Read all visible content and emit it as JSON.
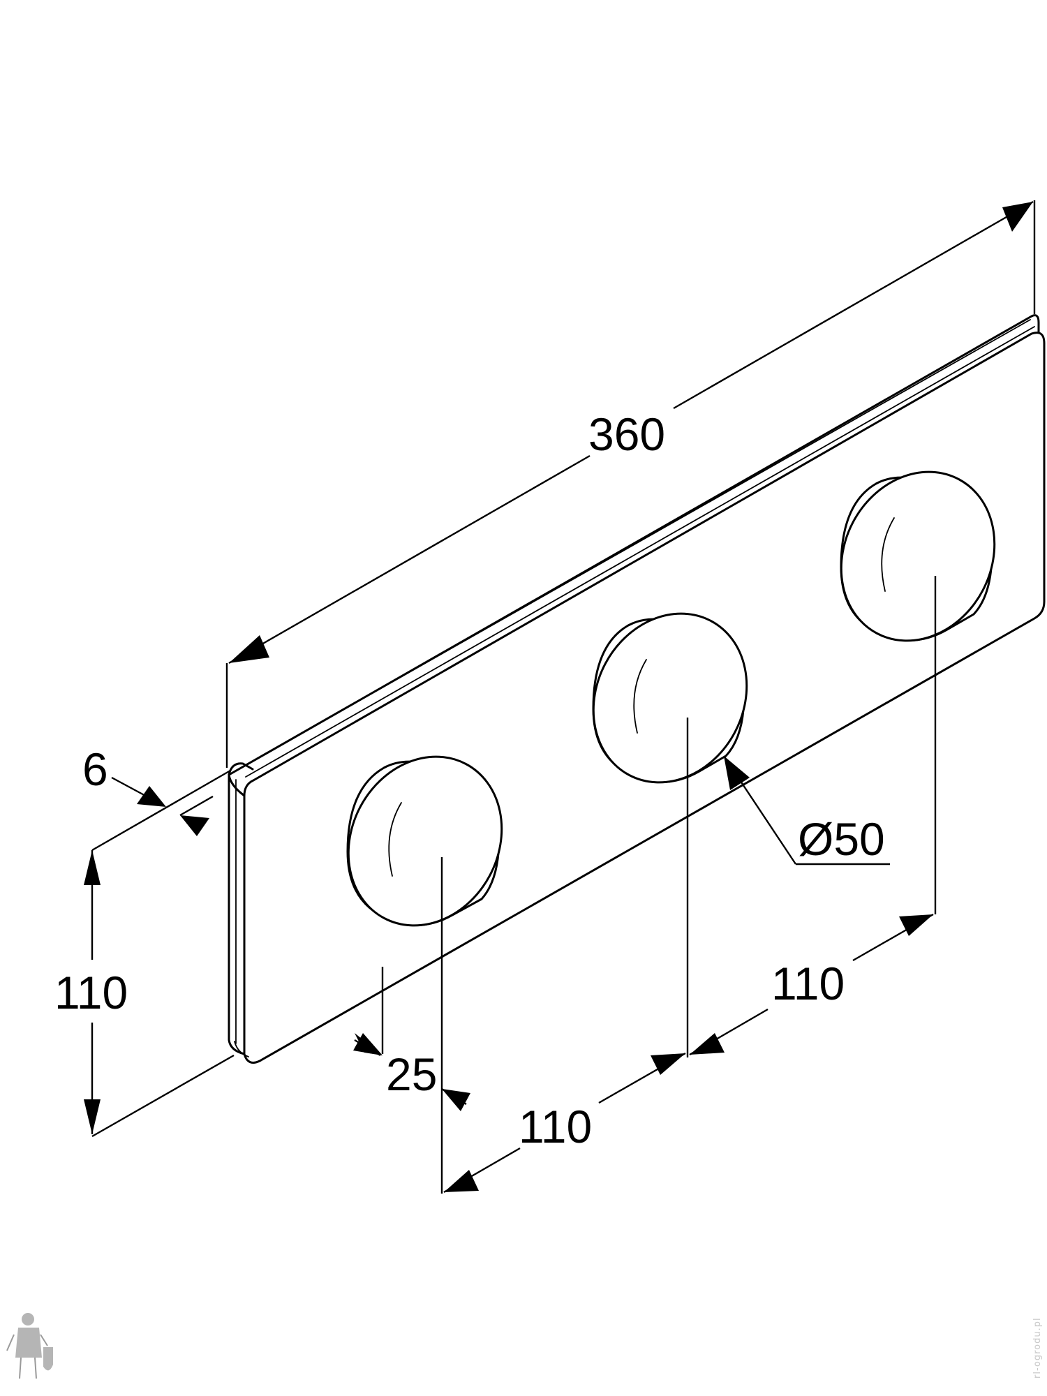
{
  "dimensions": {
    "plate_length": "360",
    "plate_thickness": "6",
    "plate_height": "110",
    "knob_diameter": "Ø50",
    "knob_depth": "25",
    "spacing_first": "110",
    "spacing_second": "110"
  },
  "watermark": {
    "text": "rl-ogrodu.pl",
    "logo": "plumber-with-toilet-logo"
  }
}
